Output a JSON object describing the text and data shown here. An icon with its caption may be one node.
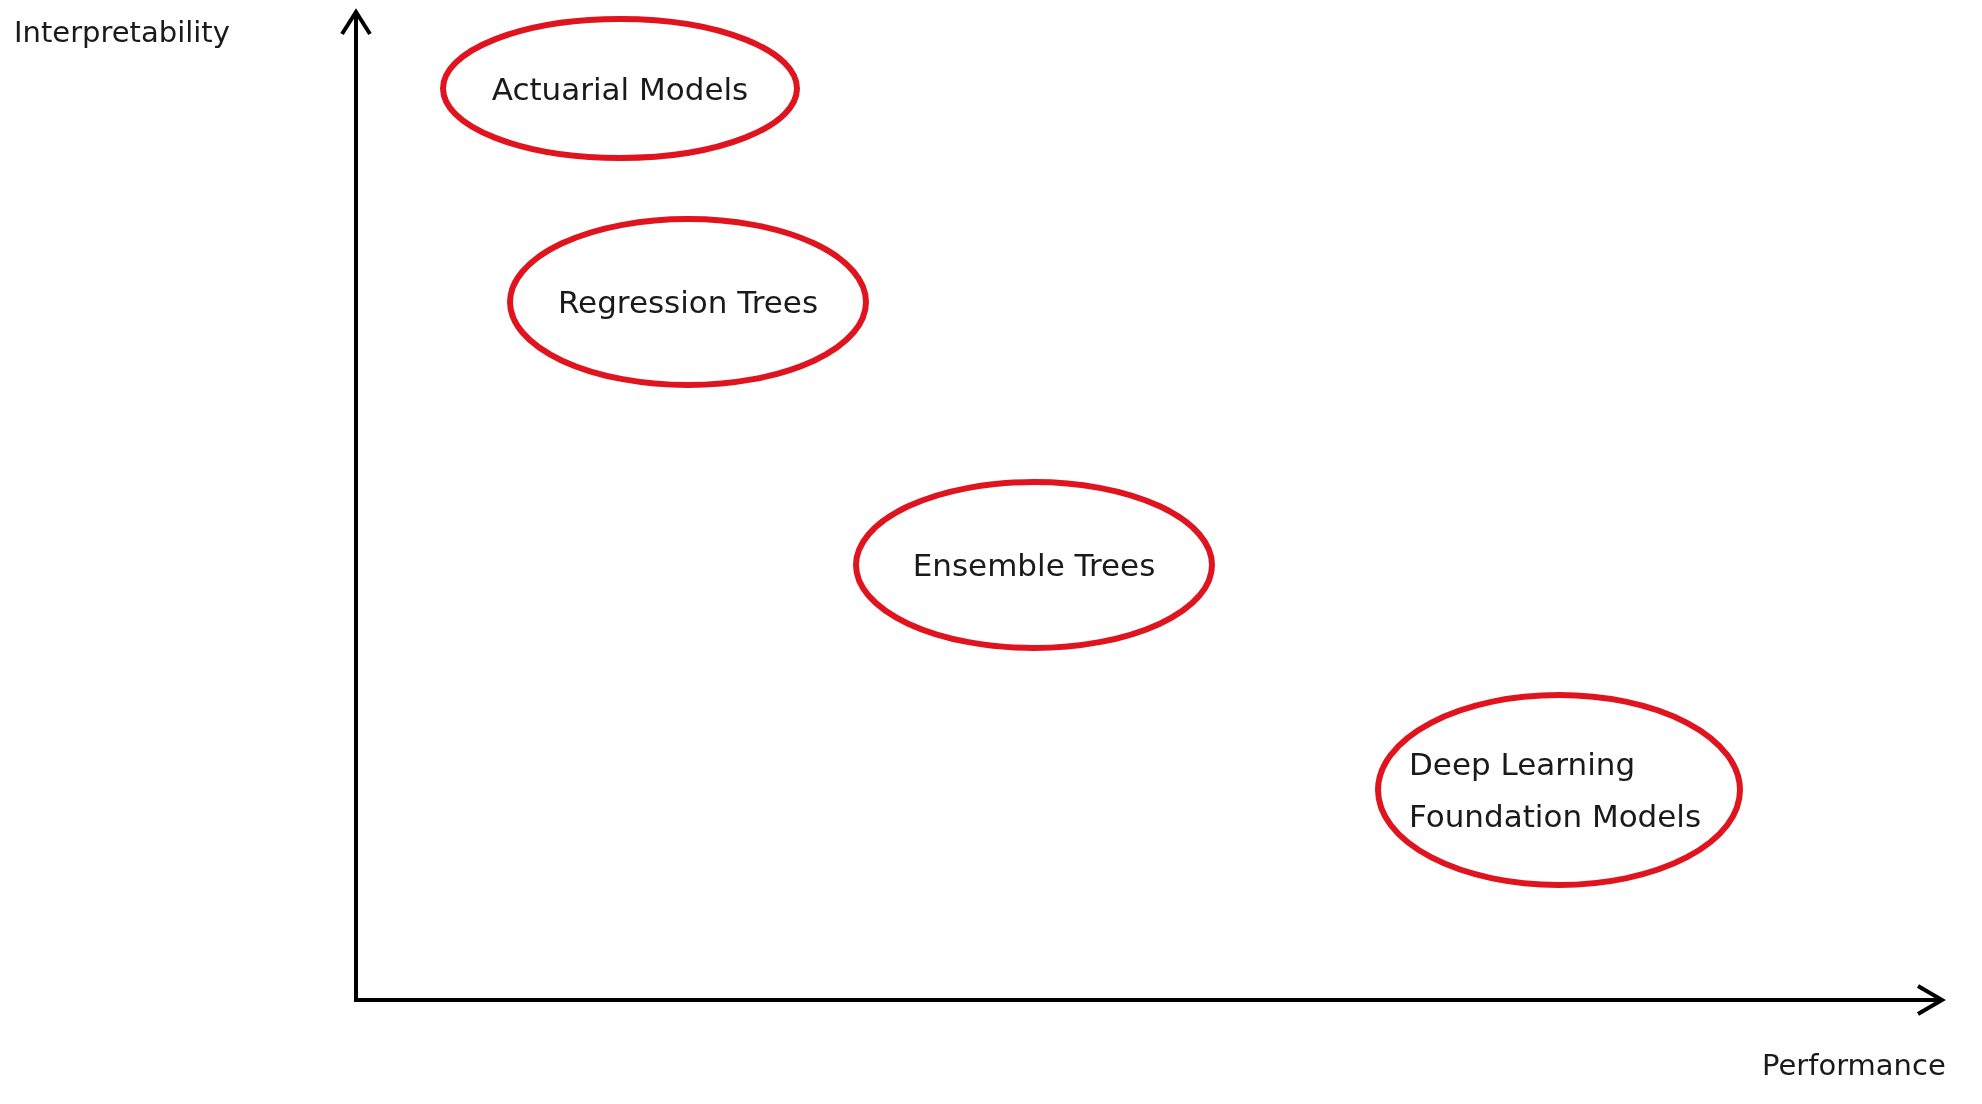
{
  "diagram": {
    "nodes": [
      {
        "text": [
          "Actuarial Models"
        ]
      },
      {
        "text": [
          "Regression Trees"
        ]
      },
      {
        "text": [
          "Ensemble Trees"
        ]
      },
      {
        "text": [
          "Deep Learning Foundation Models"
        ]
      }
    ],
    "labels": [
      "Interpretability",
      "Performance"
    ]
  }
}
